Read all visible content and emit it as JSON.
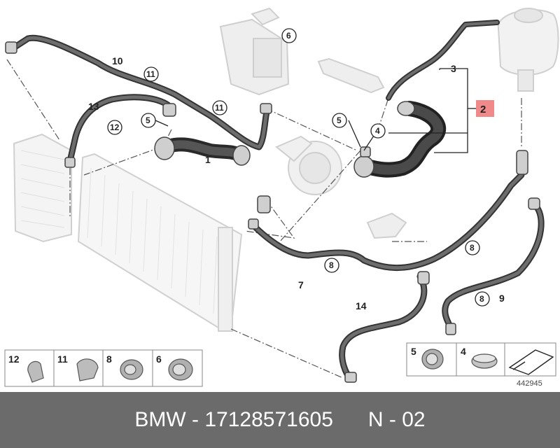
{
  "callouts": {
    "c1": "1",
    "c2": "2",
    "c3": "3",
    "c4": "4",
    "c5a": "5",
    "c5b": "5",
    "c6": "6",
    "c7": "7",
    "c8a": "8",
    "c8b": "8",
    "c8c": "8",
    "c9": "9",
    "c10": "10",
    "c11a": "11",
    "c11b": "11",
    "c12": "12",
    "c13": "13",
    "c14": "14"
  },
  "legend": {
    "left": [
      "12",
      "11",
      "8",
      "6"
    ],
    "right": [
      "5",
      "4"
    ]
  },
  "diagram_number": "442945",
  "footer": {
    "brand": "BMW",
    "part_number": "17128571605",
    "position": "N - 02"
  },
  "colors": {
    "hose": "#4a4a4a",
    "ghost": "#d9d9d9",
    "highlight_box": "#f08a8a",
    "footer_bg": "#6b6b6b"
  }
}
